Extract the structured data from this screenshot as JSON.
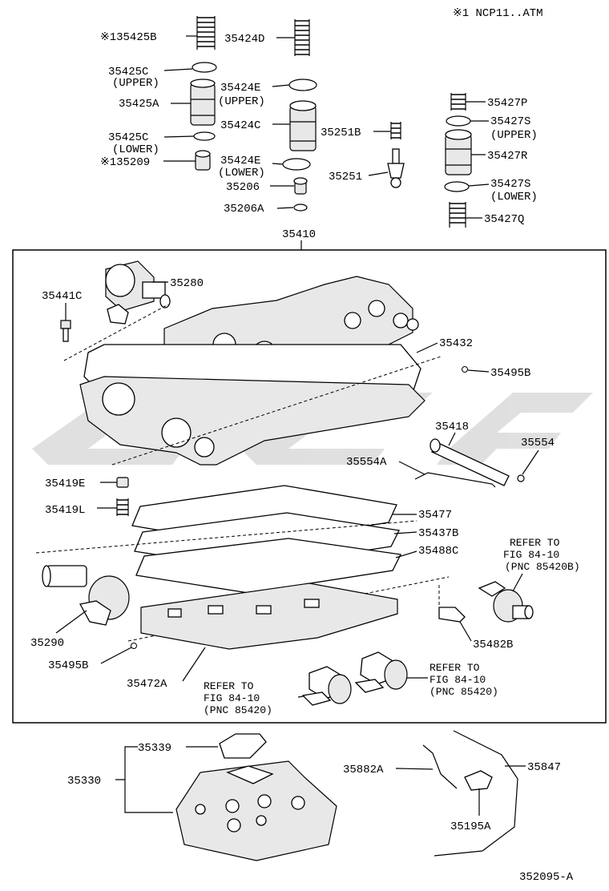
{
  "header": {
    "note": "※1 NCP11..ATM"
  },
  "footer": {
    "figure_code": "352095-A"
  },
  "labels": {
    "p135425B": "※135425B",
    "p35424D": "35424D",
    "p35425C_upper": "35425C",
    "p35425C_upper_sub": "(UPPER)",
    "p35425A": "35425A",
    "p35424E_upper": "35424E",
    "p35424E_upper_sub": "(UPPER)",
    "p35424C": "35424C",
    "p35425C_lower": "35425C",
    "p35425C_lower_sub": "(LOWER)",
    "p135209": "※135209",
    "p35424E_lower": "35424E",
    "p35424E_lower_sub": "(LOWER)",
    "p35206": "35206",
    "p35206A": "35206A",
    "p35251B": "35251B",
    "p35251": "35251",
    "p35427P": "35427P",
    "p35427S_upper": "35427S",
    "p35427S_upper_sub": "(UPPER)",
    "p35427R": "35427R",
    "p35427S_lower": "35427S",
    "p35427S_lower_sub": "(LOWER)",
    "p35427Q": "35427Q",
    "p35410": "35410",
    "p35280": "35280",
    "p35441C": "35441C",
    "p35432": "35432",
    "p35495B_top": "35495B",
    "p35418": "35418",
    "p35554": "35554",
    "p35554A": "35554A",
    "p35419E": "35419E",
    "p35419L": "35419L",
    "p35477": "35477",
    "p35437B": "35437B",
    "p35488C": "35488C",
    "refer1_l1": "REFER TO",
    "refer1_l2": "FIG 84-10",
    "refer1_l3": "(PNC 85420B)",
    "p35290": "35290",
    "p35482B": "35482B",
    "p35495B_bot": "35495B",
    "p35472A": "35472A",
    "refer2_l1": "REFER TO",
    "refer2_l2": "FIG 84-10",
    "refer2_l3": "(PNC 85420)",
    "refer3_l1": "REFER TO",
    "refer3_l2": "FIG 84-10",
    "refer3_l3": "(PNC 85420)",
    "p35339": "35339",
    "p35330": "35330",
    "p35882A": "35882A",
    "p35847": "35847",
    "p35195A": "35195A"
  }
}
